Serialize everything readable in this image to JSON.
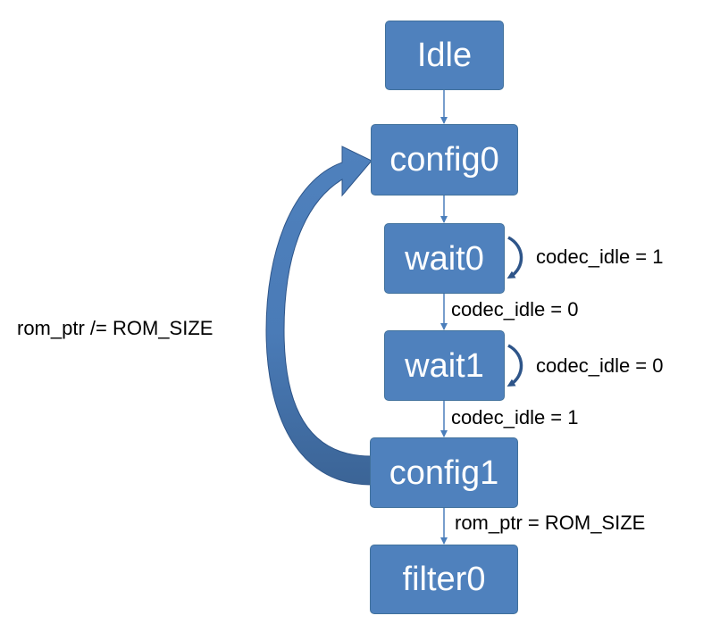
{
  "states": {
    "idle": "Idle",
    "config0": "config0",
    "wait0": "wait0",
    "wait1": "wait1",
    "config1": "config1",
    "filter0": "filter0"
  },
  "transitions": {
    "wait0_self": "codec_idle = 1",
    "wait0_to_wait1": "codec_idle = 0",
    "wait1_self": "codec_idle = 0",
    "wait1_to_config1": "codec_idle = 1",
    "config1_to_filter0": "rom_ptr = ROM_SIZE",
    "config1_to_config0": "rom_ptr /= ROM_SIZE"
  },
  "colors": {
    "state_fill": "#4f81bd",
    "state_border": "#41719c",
    "connector": "#4a7ebb",
    "loop_arrow": "#2e5589"
  }
}
